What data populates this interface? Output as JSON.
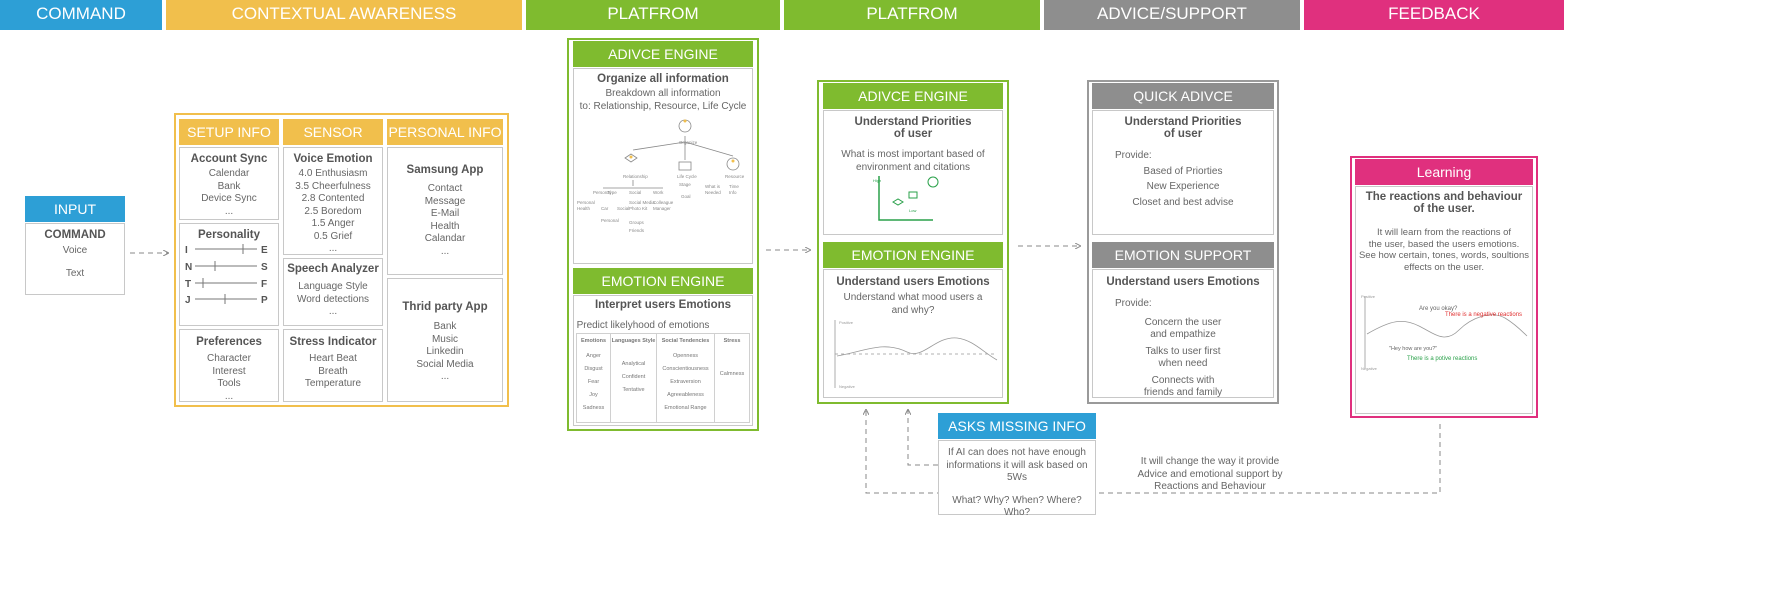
{
  "headers": [
    {
      "label": "COMMAND",
      "color": "#2d9fd6"
    },
    {
      "label": "CONTEXTUAL AWARENESS",
      "color": "#f1bf4c"
    },
    {
      "label": "PLATFROM",
      "color": "#7fbb2f"
    },
    {
      "label": "PLATFROM",
      "color": "#7fbb2f"
    },
    {
      "label": "ADVICE/SUPPORT",
      "color": "#8e8e8e"
    },
    {
      "label": "FEEDBACK",
      "color": "#e0307e"
    }
  ],
  "input": {
    "title": "INPUT",
    "heading": "COMMAND",
    "items": [
      "Voice",
      "Text"
    ]
  },
  "setup": {
    "title": "SETUP INFO",
    "account": {
      "heading": "Account Sync",
      "items": [
        "Calendar",
        "Bank",
        "Device Sync",
        "..."
      ]
    },
    "personality": {
      "heading": "Personality",
      "pairs": [
        [
          "I",
          "E"
        ],
        [
          "N",
          "S"
        ],
        [
          "T",
          "F"
        ],
        [
          "J",
          "P"
        ]
      ]
    },
    "preferences": {
      "heading": "Preferences",
      "items": [
        "Character",
        "Interest",
        "Tools",
        "..."
      ]
    }
  },
  "sensor": {
    "title": "SENSOR",
    "voice": {
      "heading": "Voice Emotion",
      "items": [
        "4.0 Enthusiasm",
        "3.5 Cheerfulness",
        "2.8 Contented",
        "2.5 Boredom",
        "1.5 Anger",
        "0.5 Grief",
        "..."
      ]
    },
    "speech": {
      "heading": "Speech Analyzer",
      "items": [
        "Language Style",
        "Word detections",
        "..."
      ]
    },
    "stress": {
      "heading": "Stress Indicator",
      "items": [
        "Heart Beat",
        "Breath",
        "Temperature"
      ]
    }
  },
  "personal": {
    "title": "PERSONAL INFO",
    "samsung": {
      "heading": "Samsung App",
      "items": [
        "Contact",
        "Message",
        "E-Mail",
        "Health",
        "Calandar",
        "..."
      ]
    },
    "third": {
      "heading": "Thrid party App",
      "items": [
        "Bank",
        "Music",
        "Linkedin",
        "Social Media",
        "..."
      ]
    }
  },
  "advice_engine_1": {
    "title": "ADIVCE ENGINE",
    "heading": "Organize all information",
    "lines": [
      "Breakdown all information",
      "to: Relationship, Resource, Life Cycle"
    ]
  },
  "emotion_engine_1": {
    "title": "EMOTION ENGINE",
    "heading": "Interpret users Emotions",
    "sub": "Predict likelyhood of emotions",
    "columns": [
      {
        "head": "Emotions",
        "items": [
          "Anger",
          "Disgust",
          "Fear",
          "Joy",
          "Sadness"
        ]
      },
      {
        "head": "Languages Style",
        "items": [
          "Analytical",
          "Confident",
          "Tentative"
        ]
      },
      {
        "head": "Social Tendencies",
        "items": [
          "Openness",
          "Conscientiousness",
          "Extraversion",
          "Agreeableness",
          "Emotional Range"
        ]
      },
      {
        "head": "Stress",
        "items": [
          "Calmness"
        ]
      }
    ]
  },
  "advice_engine_2": {
    "title": "ADIVCE ENGINE",
    "heading": [
      "Understand Priorities",
      "of user"
    ],
    "lines": [
      "What is most important based of",
      "environment and citations"
    ]
  },
  "emotion_engine_2": {
    "title": "EMOTION ENGINE",
    "heading": "Understand users Emotions",
    "lines": [
      "Understand what mood users a",
      "and why?"
    ]
  },
  "quick_advice": {
    "title": "QUICK ADIVCE",
    "heading": [
      "Understand Priorities",
      "of user"
    ],
    "provide": "Provide:",
    "items": [
      "Based of Priorties",
      "New Experience",
      "Closet and best advise"
    ]
  },
  "emotion_support": {
    "title": "EMOTION SUPPORT",
    "heading": "Understand users Emotions",
    "provide": "Provide:",
    "items": [
      "Concern the user",
      "and empathize",
      "Talks to user first",
      "when need",
      "Connects with",
      "friends and family"
    ]
  },
  "learning": {
    "title": "Learning",
    "heading": [
      "The reactions and behaviour",
      "of the user."
    ],
    "lines": [
      "It will learn from the reactions of",
      "the user, based the users emotions.",
      "See how certain, tones, words, soultions",
      "effects on the user."
    ],
    "q1": "Are you okay?",
    "neg": "There is a negative reactions",
    "q2": "\"Hey how are you?\"",
    "pos": "There is a potive reactions"
  },
  "asks": {
    "title": "ASKS MISSING INFO",
    "lines": [
      "If AI can does not have enough",
      "informations it will ask based on",
      "5Ws"
    ],
    "question": "What? Why? When? Where? Who?"
  },
  "feedback_note": [
    "It will change the way it provide",
    "Advice and emotional support by",
    "Reactions and Behaviour"
  ]
}
